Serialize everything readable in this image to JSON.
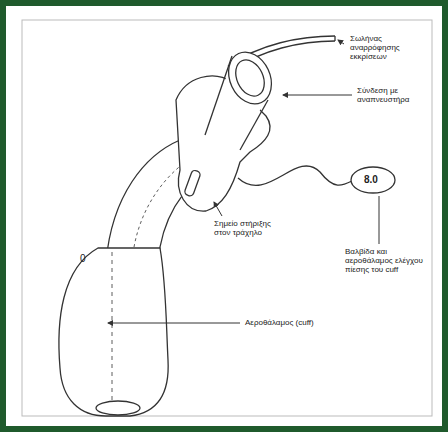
{
  "diagram": {
    "labels": [
      "Σωλήνας αναρρόφησης εκκρίσεων",
      "Σύνδεση με αναπνευστήρα",
      "Σημείο στήριξης στον τράχηλο",
      "Βαλβίδα και αεροθάλαμος ελέγχου πίεσης του cuff",
      "Αεροθάλαμος (cuff)",
      "8.0",
      "0"
    ]
  }
}
